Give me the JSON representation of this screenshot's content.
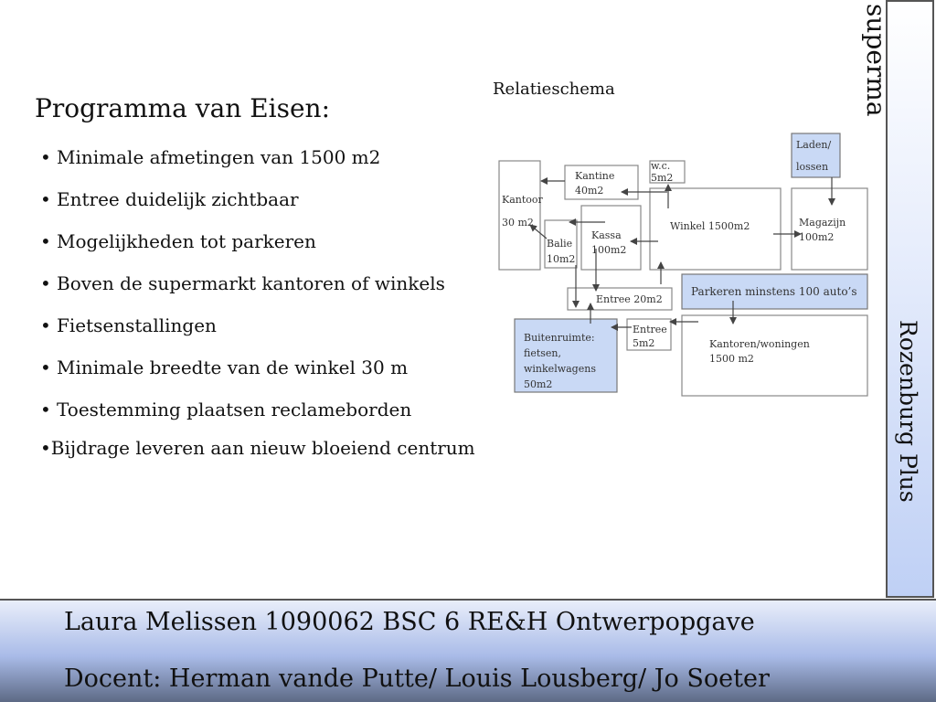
{
  "requirements": {
    "title": "Programma van Eisen:",
    "bullet": "•",
    "items": [
      "Minimale afmetingen van 1500 m2",
      "Entree duidelijk zichtbaar",
      "Mogelijkheden tot parkeren",
      "Boven de supermarkt kantoren of winkels",
      "Fietsenstallingen",
      "Minimale breedte van de winkel 30 m",
      "Toestemming plaatsen reclameborden"
    ],
    "last_item": "•Bijdrage leveren aan nieuw bloeiend centrum"
  },
  "vertical_cut_text": "superma",
  "sidebar": {
    "label": "Rozenburg Plus"
  },
  "footer": {
    "line1": "Laura Melissen 1090062 BSC 6 RE&H Ontwerpopgave",
    "line2": "Docent: Herman vande Putte/ Louis Lousberg/ Jo Soeter"
  },
  "diagram": {
    "title": "Relatieschema",
    "nodes": {
      "kantoor": [
        "Kantoor",
        "30 m2"
      ],
      "kantine": [
        "Kantine",
        "40m2"
      ],
      "wc": [
        "w.c.",
        "5m2"
      ],
      "laden": [
        "Laden/",
        "lossen"
      ],
      "balie": [
        "Balie",
        "10m2"
      ],
      "kassa": [
        "Kassa",
        "100m2"
      ],
      "winkel": [
        "Winkel 1500m2"
      ],
      "magazijn": [
        "Magazijn",
        "100m2"
      ],
      "entree20": [
        "Entree 20m2"
      ],
      "parkeren": [
        "Parkeren minstens 100 auto’s"
      ],
      "buiten": [
        "Buitenruimte:",
        "fietsen,",
        "winkelwagens",
        "50m2"
      ],
      "entree5": [
        "Entree",
        "5m2"
      ],
      "kantoren": [
        "Kantoren/woningen",
        "1500 m2"
      ]
    }
  }
}
